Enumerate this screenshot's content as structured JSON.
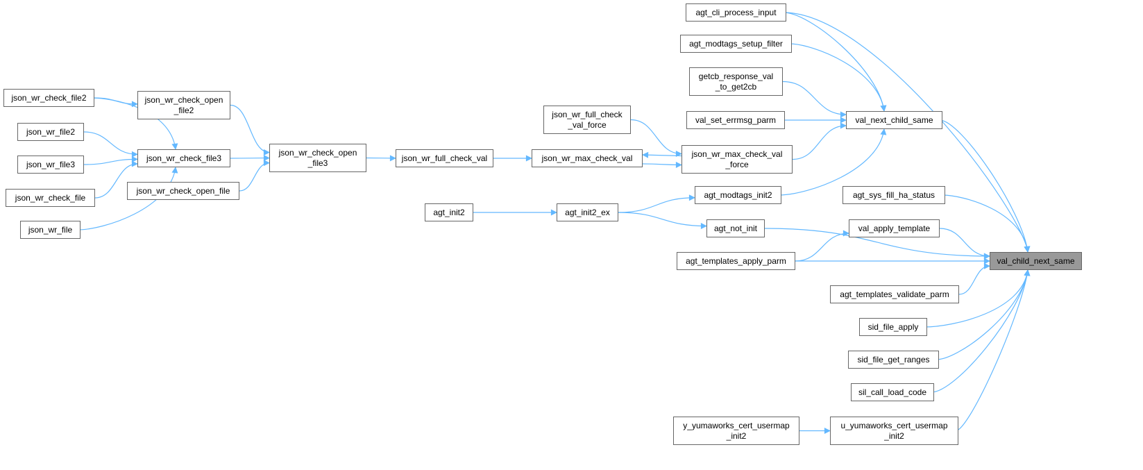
{
  "colors": {
    "edge": "#63b8ff",
    "focus_fill": "#999999",
    "border": "#666666"
  },
  "nodes": [
    {
      "id": "json_wr_check_file2",
      "lines": [
        "json_wr_check_file2"
      ]
    },
    {
      "id": "json_wr_check_open_file2",
      "lines": [
        "json_wr_check_open",
        "_file2"
      ]
    },
    {
      "id": "json_wr_file2",
      "lines": [
        "json_wr_file2"
      ]
    },
    {
      "id": "json_wr_check_file3",
      "lines": [
        "json_wr_check_file3"
      ]
    },
    {
      "id": "json_wr_file3",
      "lines": [
        "json_wr_file3"
      ]
    },
    {
      "id": "json_wr_check_file",
      "lines": [
        "json_wr_check_file"
      ]
    },
    {
      "id": "json_wr_file",
      "lines": [
        "json_wr_file"
      ]
    },
    {
      "id": "json_wr_check_open_file3",
      "lines": [
        "json_wr_check_open",
        "_file3"
      ]
    },
    {
      "id": "json_wr_check_open_file",
      "lines": [
        "json_wr_check_open_file"
      ]
    },
    {
      "id": "json_wr_full_check_val",
      "lines": [
        "json_wr_full_check_val"
      ]
    },
    {
      "id": "json_wr_max_check_val",
      "lines": [
        "json_wr_max_check_val"
      ]
    },
    {
      "id": "json_wr_full_check_val_force",
      "lines": [
        "json_wr_full_check",
        "_val_force"
      ]
    },
    {
      "id": "json_wr_max_check_val_force",
      "lines": [
        "json_wr_max_check_val",
        "_force"
      ]
    },
    {
      "id": "agt_init2",
      "lines": [
        "agt_init2"
      ]
    },
    {
      "id": "agt_init2_ex",
      "lines": [
        "agt_init2_ex"
      ]
    },
    {
      "id": "agt_modtags_init2",
      "lines": [
        "agt_modtags_init2"
      ]
    },
    {
      "id": "agt_not_init",
      "lines": [
        "agt_not_init"
      ]
    },
    {
      "id": "agt_cli_process_input",
      "lines": [
        "agt_cli_process_input"
      ]
    },
    {
      "id": "agt_modtags_setup_filter",
      "lines": [
        "agt_modtags_setup_filter"
      ]
    },
    {
      "id": "getcb_response_val_to_get2cb",
      "lines": [
        "getcb_response_val",
        "_to_get2cb"
      ]
    },
    {
      "id": "val_set_errmsg_parm",
      "lines": [
        "val_set_errmsg_parm"
      ]
    },
    {
      "id": "val_next_child_same",
      "lines": [
        "val_next_child_same"
      ]
    },
    {
      "id": "agt_sys_fill_ha_status",
      "lines": [
        "agt_sys_fill_ha_status"
      ]
    },
    {
      "id": "val_apply_template",
      "lines": [
        "val_apply_template"
      ]
    },
    {
      "id": "agt_templates_apply_parm",
      "lines": [
        "agt_templates_apply_parm"
      ]
    },
    {
      "id": "val_child_next_same",
      "lines": [
        "val_child_next_same"
      ],
      "focus": true
    },
    {
      "id": "agt_templates_validate_parm",
      "lines": [
        "agt_templates_validate_parm"
      ]
    },
    {
      "id": "sid_file_apply",
      "lines": [
        "sid_file_apply"
      ]
    },
    {
      "id": "sid_file_get_ranges",
      "lines": [
        "sid_file_get_ranges"
      ]
    },
    {
      "id": "sil_call_load_code",
      "lines": [
        "sil_call_load_code"
      ]
    },
    {
      "id": "u_yumaworks_cert_usermap_init2",
      "lines": [
        "u_yumaworks_cert_usermap",
        "_init2"
      ]
    },
    {
      "id": "y_yumaworks_cert_usermap_init2",
      "lines": [
        "y_yumaworks_cert_usermap",
        "_init2"
      ]
    }
  ],
  "edges": [
    [
      "json_wr_check_file2",
      "json_wr_check_open_file2"
    ],
    [
      "json_wr_check_file2",
      "json_wr_check_file3"
    ],
    [
      "json_wr_file2",
      "json_wr_check_file3"
    ],
    [
      "json_wr_file3",
      "json_wr_check_file3"
    ],
    [
      "json_wr_check_file",
      "json_wr_check_file3"
    ],
    [
      "json_wr_file",
      "json_wr_check_file3"
    ],
    [
      "json_wr_check_open_file2",
      "json_wr_check_open_file3"
    ],
    [
      "json_wr_check_file3",
      "json_wr_check_open_file3"
    ],
    [
      "json_wr_check_open_file",
      "json_wr_check_open_file3"
    ],
    [
      "json_wr_check_open_file3",
      "json_wr_full_check_val"
    ],
    [
      "json_wr_full_check_val",
      "json_wr_max_check_val"
    ],
    [
      "json_wr_max_check_val",
      "json_wr_max_check_val_force"
    ],
    [
      "json_wr_max_check_val_force",
      "json_wr_max_check_val"
    ],
    [
      "json_wr_full_check_val_force",
      "json_wr_max_check_val_force"
    ],
    [
      "json_wr_max_check_val_force",
      "val_next_child_same"
    ],
    [
      "agt_modtags_init2",
      "val_next_child_same"
    ],
    [
      "agt_cli_process_input",
      "val_next_child_same"
    ],
    [
      "agt_modtags_setup_filter",
      "val_next_child_same"
    ],
    [
      "getcb_response_val_to_get2cb",
      "val_next_child_same"
    ],
    [
      "val_set_errmsg_parm",
      "val_next_child_same"
    ],
    [
      "agt_init2",
      "agt_init2_ex"
    ],
    [
      "agt_init2_ex",
      "agt_modtags_init2"
    ],
    [
      "agt_init2_ex",
      "agt_not_init"
    ],
    [
      "agt_cli_process_input",
      "val_child_next_same"
    ],
    [
      "val_next_child_same",
      "val_child_next_same"
    ],
    [
      "agt_not_init",
      "val_child_next_same"
    ],
    [
      "agt_sys_fill_ha_status",
      "val_child_next_same"
    ],
    [
      "val_apply_template",
      "val_child_next_same"
    ],
    [
      "agt_templates_apply_parm",
      "val_apply_template"
    ],
    [
      "agt_templates_apply_parm",
      "val_child_next_same"
    ],
    [
      "agt_templates_validate_parm",
      "val_child_next_same"
    ],
    [
      "sid_file_apply",
      "val_child_next_same"
    ],
    [
      "sid_file_get_ranges",
      "val_child_next_same"
    ],
    [
      "sil_call_load_code",
      "val_child_next_same"
    ],
    [
      "u_yumaworks_cert_usermap_init2",
      "val_child_next_same"
    ],
    [
      "y_yumaworks_cert_usermap_init2",
      "u_yumaworks_cert_usermap_init2"
    ]
  ]
}
